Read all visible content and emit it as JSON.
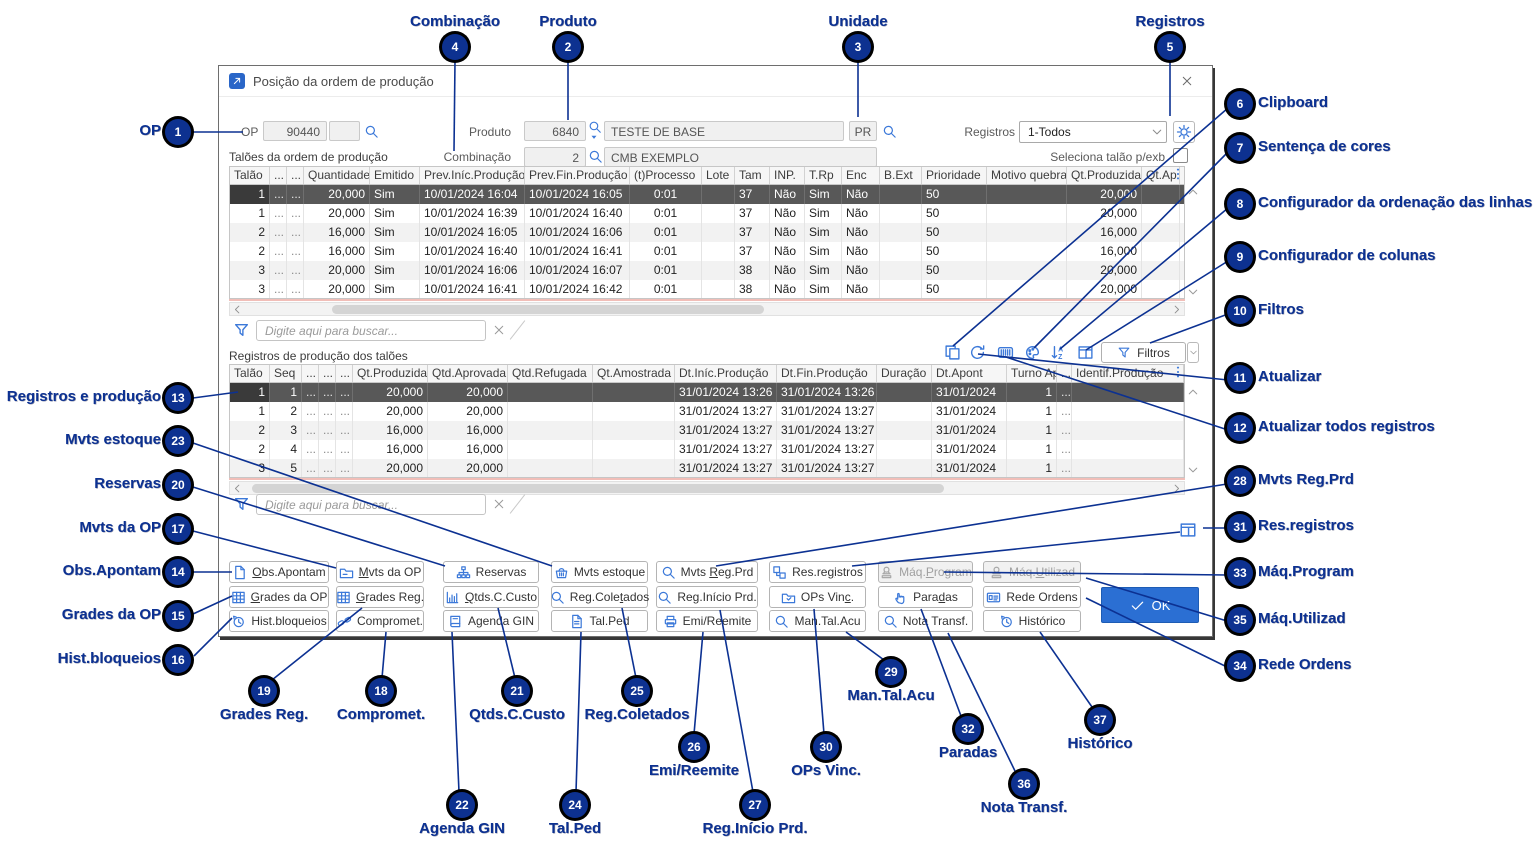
{
  "window": {
    "title": "Posição da ordem de produção"
  },
  "form": {
    "op_label": "OP",
    "op_value": "90440",
    "op_value2": "",
    "produto_label": "Produto",
    "produto_code": "6840",
    "produto_name": "TESTE DE BASE",
    "unidade": "PR",
    "combinacao_label": "Combinação",
    "combinacao_code": "2",
    "combinacao_name": "CMB EXEMPLO",
    "registros_label": "Registros",
    "registros_value": "1-Todos",
    "seleciona_talao_label": "Seleciona talão p/exb"
  },
  "search": {
    "placeholder": "Digite aqui para buscar..."
  },
  "table1": {
    "caption": "Talões da ordem de produção",
    "columns": [
      "Talão",
      "...",
      "...",
      "Quantidade",
      "Emitido",
      "Prev.Iníc.Produção",
      "Prev.Fin.Produção",
      "(t)Processo",
      "Lote",
      "Tam",
      "INP.",
      "T.Rp",
      "Enc",
      "B.Ext",
      "Prioridade",
      "Motivo quebra",
      "Qt.Produzida",
      "Qt.Ap"
    ],
    "selected_row": 0,
    "rows": [
      [
        "1",
        "...",
        "...",
        "20,000",
        "Sim",
        "10/01/2024 16:04",
        "10/01/2024 16:05",
        "0:01",
        "",
        "37",
        "Não",
        "Sim",
        "Não",
        "",
        "50",
        "",
        "20,000",
        ""
      ],
      [
        "1",
        "...",
        "...",
        "20,000",
        "Sim",
        "10/01/2024 16:39",
        "10/01/2024 16:40",
        "0:01",
        "",
        "37",
        "Não",
        "Sim",
        "Não",
        "",
        "50",
        "",
        "20,000",
        ""
      ],
      [
        "2",
        "...",
        "...",
        "16,000",
        "Sim",
        "10/01/2024 16:05",
        "10/01/2024 16:06",
        "0:01",
        "",
        "37",
        "Não",
        "Sim",
        "Não",
        "",
        "50",
        "",
        "16,000",
        ""
      ],
      [
        "2",
        "...",
        "...",
        "16,000",
        "Sim",
        "10/01/2024 16:40",
        "10/01/2024 16:41",
        "0:01",
        "",
        "37",
        "Não",
        "Sim",
        "Não",
        "",
        "50",
        "",
        "16,000",
        ""
      ],
      [
        "3",
        "...",
        "...",
        "20,000",
        "Sim",
        "10/01/2024 16:06",
        "10/01/2024 16:07",
        "0:01",
        "",
        "38",
        "Não",
        "Sim",
        "Não",
        "",
        "50",
        "",
        "20,000",
        ""
      ],
      [
        "3",
        "...",
        "...",
        "20,000",
        "Sim",
        "10/01/2024 16:41",
        "10/01/2024 16:42",
        "0:01",
        "",
        "38",
        "Não",
        "Sim",
        "Não",
        "",
        "50",
        "",
        "20,000",
        ""
      ]
    ]
  },
  "toolbar": {
    "icons": [
      "clipboard",
      "refresh",
      "barcode",
      "color-palette",
      "sort-az",
      "column-config"
    ],
    "filtros_label": "Filtros"
  },
  "table2": {
    "caption": "Registros de produção dos talões",
    "columns": [
      "Talão",
      "Seq",
      "...",
      "...",
      "...",
      "Qt.Produzida",
      "Qtd.Aprovada",
      "Qtd.Refugada",
      "Qt.Amostrada",
      "Dt.Iníc.Produção",
      "Dt.Fin.Produção",
      "Duração",
      "Dt.Apont",
      "Turno Ap",
      "...",
      "Identif.Produção"
    ],
    "selected_row": 0,
    "rows": [
      [
        "1",
        "1",
        "...",
        "...",
        "...",
        "20,000",
        "20,000",
        "",
        "",
        "31/01/2024 13:26",
        "31/01/2024 13:26",
        "",
        "31/01/2024",
        "1",
        "...",
        ""
      ],
      [
        "1",
        "2",
        "...",
        "...",
        "...",
        "20,000",
        "20,000",
        "",
        "",
        "31/01/2024 13:27",
        "31/01/2024 13:27",
        "",
        "31/01/2024",
        "1",
        "...",
        ""
      ],
      [
        "2",
        "3",
        "...",
        "...",
        "...",
        "16,000",
        "16,000",
        "",
        "",
        "31/01/2024 13:27",
        "31/01/2024 13:27",
        "",
        "31/01/2024",
        "1",
        "...",
        ""
      ],
      [
        "2",
        "4",
        "...",
        "...",
        "...",
        "16,000",
        "16,000",
        "",
        "",
        "31/01/2024 13:27",
        "31/01/2024 13:27",
        "",
        "31/01/2024",
        "1",
        "...",
        ""
      ],
      [
        "3",
        "5",
        "...",
        "...",
        "...",
        "20,000",
        "20,000",
        "",
        "",
        "31/01/2024 13:27",
        "31/01/2024 13:27",
        "",
        "31/01/2024",
        "1",
        "...",
        ""
      ]
    ]
  },
  "buttons": {
    "ok_label": "OK",
    "grid": [
      [
        {
          "label": "Obs.Apontam",
          "icon": "doc",
          "u": 0
        },
        {
          "label": "Mvts da OP",
          "icon": "folder",
          "u": 0
        },
        {
          "label": "Reservas",
          "icon": "nodes",
          "u": -1
        },
        {
          "label": "Mvts estoque",
          "icon": "basket",
          "u": -1
        },
        {
          "label": "Mvts Reg.Prd",
          "icon": "mag",
          "u": 5
        },
        {
          "label": "Res.registros",
          "icon": "puzzle",
          "u": 6
        },
        {
          "label": "Máq.Program",
          "icon": "stamp",
          "u": 4,
          "disabled": true
        },
        {
          "label": "Máq.Utilizad",
          "icon": "stamp",
          "u": 4,
          "disabled": true
        }
      ],
      [
        {
          "label": "Grades da OP",
          "icon": "grid",
          "u": 0
        },
        {
          "label": "Grades Reg.",
          "icon": "grid",
          "u": 0
        },
        {
          "label": "Qtds.C.Custo",
          "icon": "chart",
          "u": 0
        },
        {
          "label": "Reg.Coletados",
          "icon": "mag",
          "u": 8
        },
        {
          "label": "Reg.Início Prd.",
          "icon": "mag",
          "u": -1
        },
        {
          "label": "OPs Vinc.",
          "icon": "folder2",
          "u": 7
        },
        {
          "label": "Paradas",
          "icon": "hand",
          "u": 4
        },
        {
          "label": "Rede Ordens",
          "icon": "card",
          "u": -1
        }
      ],
      [
        {
          "label": "Hist.bloqueios",
          "icon": "history",
          "u": -1
        },
        {
          "label": "Compromet.",
          "icon": "link",
          "u": -1
        },
        {
          "label": "Agenda GIN",
          "icon": "book",
          "u": -1
        },
        {
          "label": "Tal.Ped",
          "icon": "doc2",
          "u": -1
        },
        {
          "label": "Emi/Reemite",
          "icon": "printer",
          "u": -1
        },
        {
          "label": "Man.Tal.Acu",
          "icon": "mag",
          "u": -1
        },
        {
          "label": "Nota Transf.",
          "icon": "mag",
          "u": -1
        },
        {
          "label": "Histórico",
          "icon": "history",
          "u": -1
        }
      ]
    ]
  },
  "callouts": [
    {
      "n": 1,
      "label": "OP"
    },
    {
      "n": 2,
      "label": "Produto"
    },
    {
      "n": 3,
      "label": "Unidade"
    },
    {
      "n": 4,
      "label": "Combinação"
    },
    {
      "n": 5,
      "label": "Registros"
    },
    {
      "n": 6,
      "label": "Clipboard"
    },
    {
      "n": 7,
      "label": "Sentença de cores"
    },
    {
      "n": 8,
      "label": "Configurador da ordenação das linhas"
    },
    {
      "n": 9,
      "label": "Configurador de colunas"
    },
    {
      "n": 10,
      "label": "Filtros"
    },
    {
      "n": 11,
      "label": "Atualizar"
    },
    {
      "n": 12,
      "label": "Atualizar todos registros"
    },
    {
      "n": 13,
      "label": "Registros e produção"
    },
    {
      "n": 14,
      "label": "Obs.Apontam"
    },
    {
      "n": 15,
      "label": "Grades da OP"
    },
    {
      "n": 16,
      "label": "Hist.bloqueios"
    },
    {
      "n": 17,
      "label": "Mvts da OP"
    },
    {
      "n": 18,
      "label": "Compromet."
    },
    {
      "n": 19,
      "label": "Grades Reg."
    },
    {
      "n": 20,
      "label": "Reservas"
    },
    {
      "n": 21,
      "label": "Qtds.C.Custo"
    },
    {
      "n": 22,
      "label": "Agenda GIN"
    },
    {
      "n": 23,
      "label": "Mvts estoque"
    },
    {
      "n": 24,
      "label": "Tal.Ped"
    },
    {
      "n": 25,
      "label": "Reg.Coletados"
    },
    {
      "n": 26,
      "label": "Emi/Reemite"
    },
    {
      "n": 27,
      "label": "Reg.Início Prd."
    },
    {
      "n": 28,
      "label": "Mvts Reg.Prd"
    },
    {
      "n": 29,
      "label": "Man.Tal.Acu"
    },
    {
      "n": 30,
      "label": "OPs Vinc."
    },
    {
      "n": 31,
      "label": "Res.registros"
    },
    {
      "n": 32,
      "label": "Paradas"
    },
    {
      "n": 33,
      "label": "Máq.Program"
    },
    {
      "n": 34,
      "label": "Rede Ordens"
    },
    {
      "n": 35,
      "label": "Máq.Utilizad"
    },
    {
      "n": 36,
      "label": "Nota Transf."
    },
    {
      "n": 37,
      "label": "Histórico"
    }
  ],
  "colors": {
    "accent_blue": "#3c79d9",
    "callout_navy": "#0c3192",
    "selected_row": "#585858",
    "ok_button": "#2b6fd3",
    "filter_line_red": "#f1beb8"
  }
}
